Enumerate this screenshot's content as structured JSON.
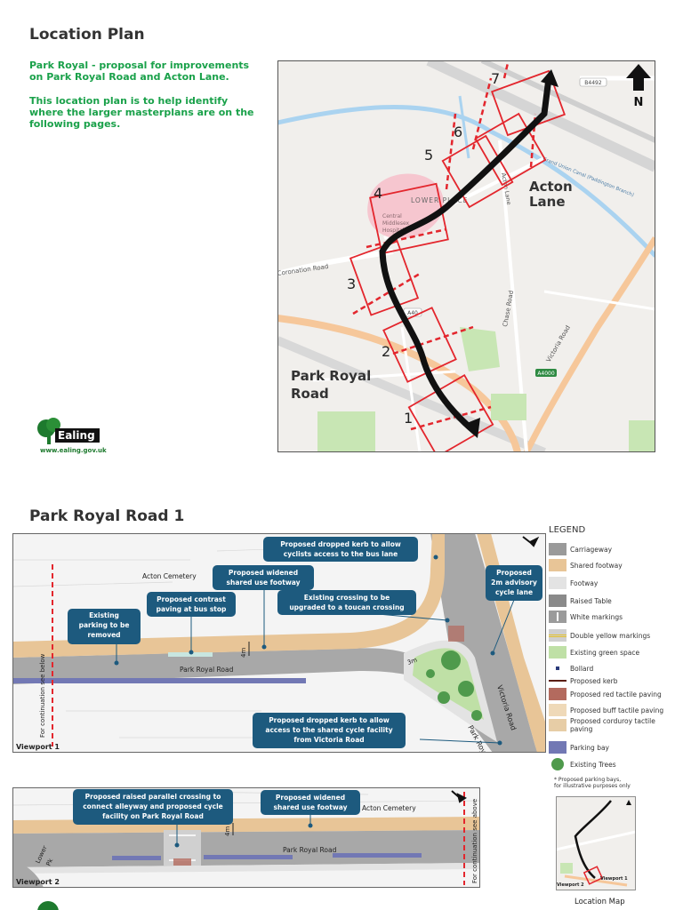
{
  "page": {
    "title": "Location Plan",
    "intro_line1": "Park Royal - proposal for improvements on Park Royal Road and Acton Lane.",
    "intro_line2": "This location plan is to help identify where the larger masterplans are on the following pages."
  },
  "branding": {
    "logo_text": "Ealing",
    "url": "www.ealing.gov.uk",
    "color": "#1e7a2e"
  },
  "location_map": {
    "north_label": "N",
    "area_labels": {
      "acton_lane": [
        "Acton",
        "Lane"
      ],
      "park_royal_road": [
        "Park Royal",
        "Road"
      ]
    },
    "street_labels": {
      "coronation_road": "Coronation Road",
      "lower_place": "LOWER PLACE",
      "hospital": [
        "Central",
        "Middlesex",
        "Hospital"
      ],
      "chase_road": "Chase Road",
      "victoria_road": "Victoria Road",
      "acton_lane_rd": "Acton Lane",
      "canal": "Grand Union Canal (Paddington Branch)",
      "b4492": "B4492",
      "a4000": "A4000",
      "a4020": "A40"
    },
    "frames": [
      "1",
      "2",
      "3",
      "4",
      "5",
      "6",
      "7"
    ],
    "colors": {
      "frame": "#e3262d",
      "route": "#111111"
    }
  },
  "section": {
    "title": "Park Royal Road 1"
  },
  "legend": {
    "title": "LEGEND",
    "items": [
      {
        "label": "Carriageway",
        "color": "#9a9a9a"
      },
      {
        "label": "Shared footway",
        "color": "#e8c597"
      },
      {
        "label": "Footway",
        "color": "#e3e3e3"
      },
      {
        "label": "Raised Table",
        "color": "#8a8a8a"
      },
      {
        "label": "White markings",
        "color": "#9b9b9b"
      },
      {
        "label": "Double yellow markings",
        "color": "#cfcfcf"
      },
      {
        "label": "Existing green space",
        "color": "#bfe0a6"
      },
      {
        "label": "Bollard",
        "color": "#2a3a7a"
      },
      {
        "label": "Proposed kerb",
        "color": "#5a1e12"
      },
      {
        "label": "Proposed red tactile paving",
        "color": "#b36a5e"
      },
      {
        "label": "Proposed buff tactile paving",
        "color": "#efd9b8"
      },
      {
        "label": "Proposed corduroy tactile paving",
        "color": "#e7cda6"
      },
      {
        "label": "Parking bay",
        "color": "#7278b4"
      },
      {
        "label": "Existing Trees",
        "color": "#4f9a4c"
      }
    ],
    "note": [
      "* Proposed parking bays,",
      "for illustrative purposes only"
    ],
    "mini_map_title": "Location Map",
    "mini_viewports": {
      "v1": "Viewport 1",
      "v2": "Viewport 2"
    }
  },
  "viewport1": {
    "label": "Viewport 1",
    "continuation": "For continuation see below",
    "road": "Park Royal Road",
    "road_diag": "Park Royal Road",
    "victoria": "Victoria Road",
    "cemetery": "Acton Cemetery",
    "dim_4m": "4m",
    "dim_3m": "3m",
    "callouts": {
      "parking": [
        "Existing",
        "parking to be",
        "removed"
      ],
      "contrast": [
        "Proposed contrast",
        "paving at bus stop"
      ],
      "widened": [
        "Proposed widened",
        "shared use footway"
      ],
      "dropped_top": [
        "Proposed dropped kerb to allow",
        "cyclists access to the bus lane"
      ],
      "toucan": [
        "Existing crossing to be",
        "upgraded to a toucan crossing"
      ],
      "advisory": [
        "Proposed",
        "2m advisory",
        "cycle lane"
      ],
      "dropped_bottom": [
        "Proposed dropped kerb to allow",
        "access to the shared cycle facility",
        "from Victoria Road"
      ]
    }
  },
  "viewport2": {
    "label": "Viewport 2",
    "continuation": "For continuation see above",
    "road": "Park Royal Road",
    "cemetery": "Acton Cemetery",
    "lower": "Lower",
    "pk": "Pk",
    "dim_4m": "4m",
    "callouts": {
      "raised": [
        "Proposed raised parallel crossing to",
        "connect alleyway and proposed cycle",
        "facility on Park Royal Road"
      ],
      "widened": [
        "Proposed widened",
        "shared use footway"
      ]
    }
  }
}
